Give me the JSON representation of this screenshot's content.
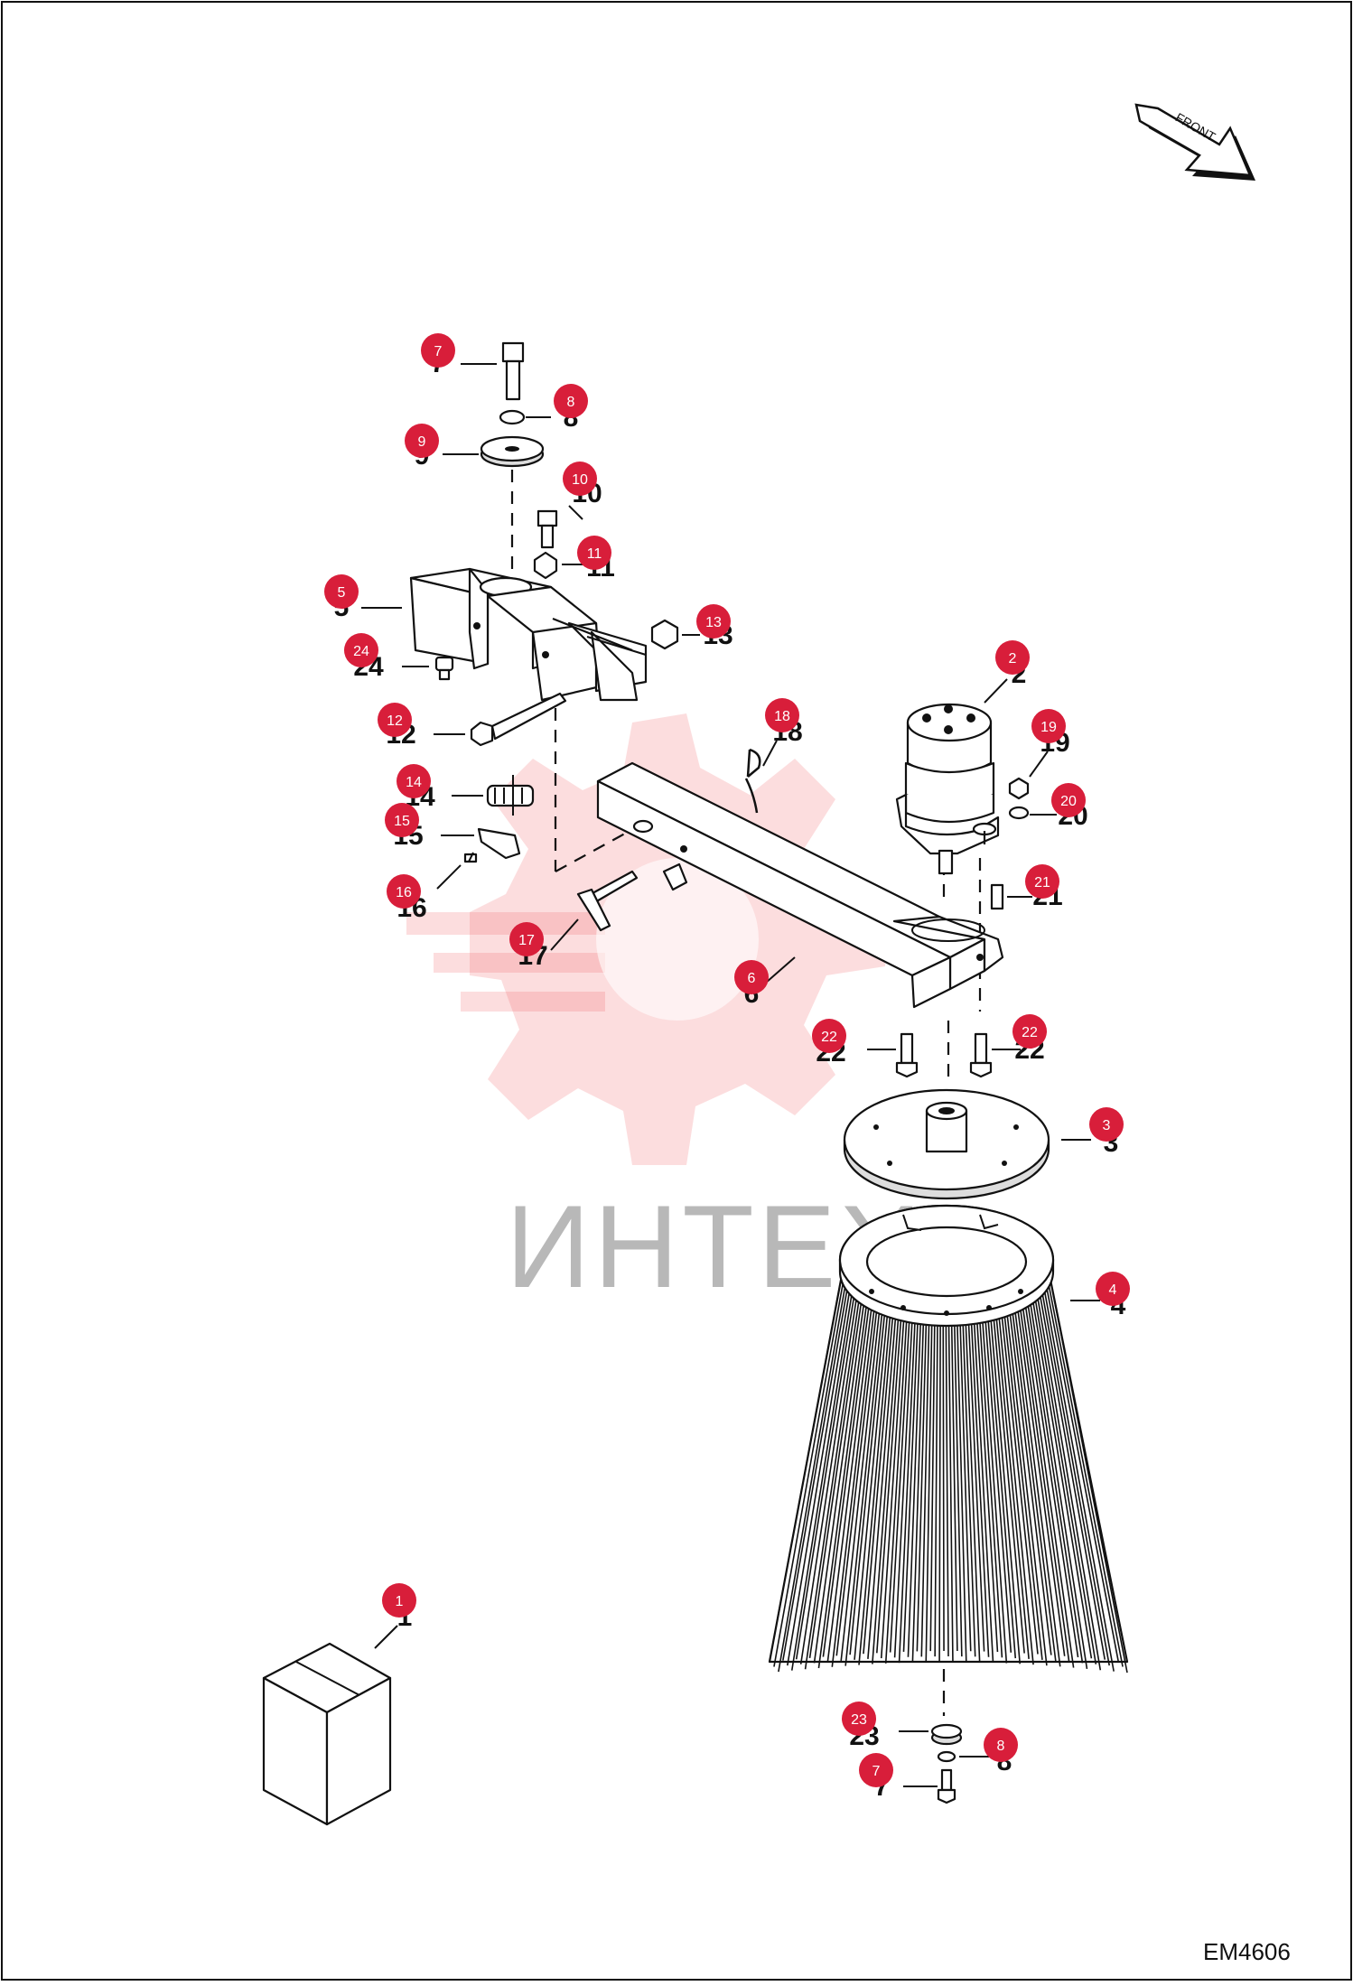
{
  "diagram": {
    "drawing_code": "EM4606",
    "direction_label": "FRONT",
    "watermark_text": "ИНТЕХ",
    "colors": {
      "badge": "#d81e3a",
      "watermark": "#f1666b",
      "line": "#111111"
    },
    "callouts": [
      {
        "id": "c7a",
        "badge": "7",
        "label": "7"
      },
      {
        "id": "c8a",
        "badge": "8",
        "label": "8"
      },
      {
        "id": "c9",
        "badge": "9",
        "label": "9"
      },
      {
        "id": "c10",
        "badge": "10",
        "label": "10"
      },
      {
        "id": "c11",
        "badge": "11",
        "label": "11"
      },
      {
        "id": "c5",
        "badge": "5",
        "label": "5"
      },
      {
        "id": "c13",
        "badge": "13",
        "label": "13"
      },
      {
        "id": "c24",
        "badge": "24",
        "label": "24"
      },
      {
        "id": "c12",
        "badge": "12",
        "label": "12"
      },
      {
        "id": "c14",
        "badge": "14",
        "label": "14"
      },
      {
        "id": "c15",
        "badge": "15",
        "label": "15"
      },
      {
        "id": "c16",
        "badge": "16",
        "label": "16"
      },
      {
        "id": "c17",
        "badge": "17",
        "label": "17"
      },
      {
        "id": "c18",
        "badge": "18",
        "label": "18"
      },
      {
        "id": "c2",
        "badge": "2",
        "label": "2"
      },
      {
        "id": "c19",
        "badge": "19",
        "label": "19"
      },
      {
        "id": "c20",
        "badge": "20",
        "label": "20"
      },
      {
        "id": "c21",
        "badge": "21",
        "label": "21"
      },
      {
        "id": "c6",
        "badge": "6",
        "label": "6"
      },
      {
        "id": "c22a",
        "badge": "22",
        "label": "22"
      },
      {
        "id": "c22b",
        "badge": "22",
        "label": "22"
      },
      {
        "id": "c3",
        "badge": "3",
        "label": "3"
      },
      {
        "id": "c4",
        "badge": "4",
        "label": "4"
      },
      {
        "id": "c1",
        "badge": "1",
        "label": "1"
      },
      {
        "id": "c23",
        "badge": "23",
        "label": "23"
      },
      {
        "id": "c8b",
        "badge": "8",
        "label": "8"
      },
      {
        "id": "c7b",
        "badge": "7",
        "label": "7"
      }
    ]
  }
}
